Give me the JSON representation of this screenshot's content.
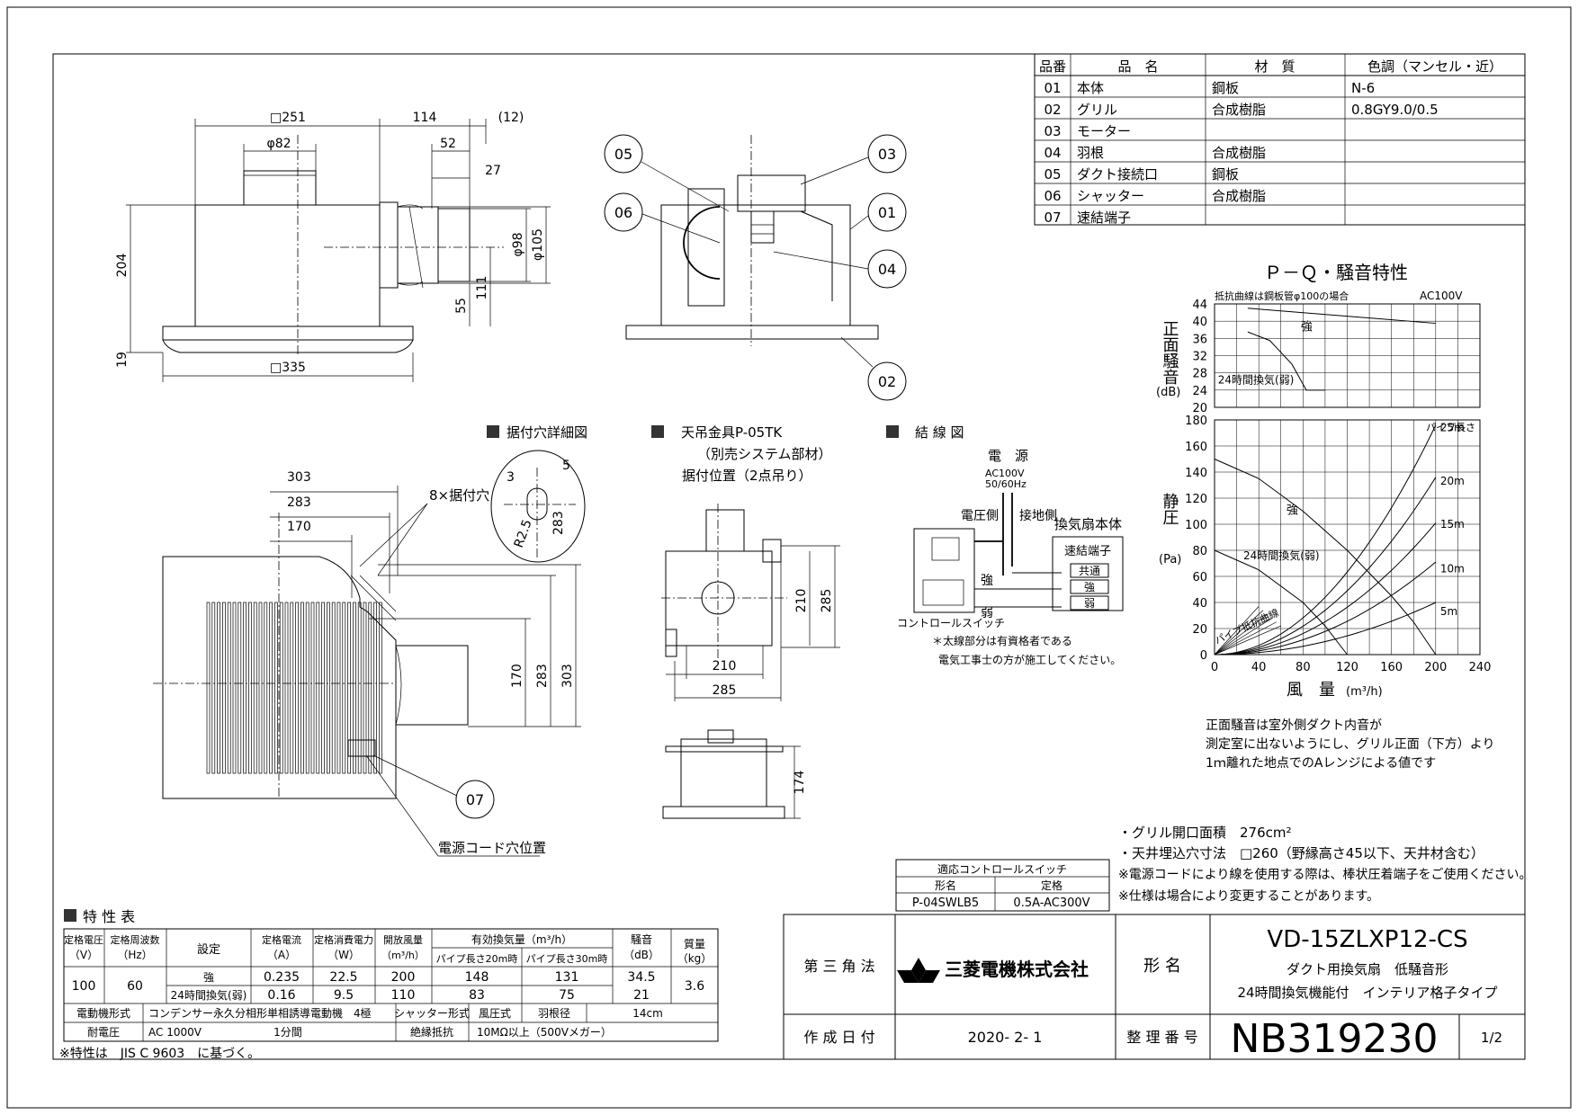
{
  "parts_table": {
    "headers": [
      "品番",
      "品　名",
      "材　質",
      "色調（マンセル・近）"
    ],
    "rows": [
      [
        "01",
        "本体",
        "鋼板",
        "N-6"
      ],
      [
        "02",
        "グリル",
        "合成樹脂",
        "0.8GY9.0/0.5"
      ],
      [
        "03",
        "モーター",
        "",
        ""
      ],
      [
        "04",
        "羽根",
        "合成樹脂",
        ""
      ],
      [
        "05",
        "ダクト接続口",
        "鋼板",
        ""
      ],
      [
        "06",
        "シャッター",
        "合成樹脂",
        ""
      ],
      [
        "07",
        "速結端子",
        "",
        ""
      ]
    ]
  },
  "front_view": {
    "dims": [
      "□251",
      "114",
      "(12)",
      "φ82",
      "52",
      "27",
      "204",
      "φ98",
      "φ105",
      "55",
      "111",
      "19",
      "□335"
    ]
  },
  "section_view": {
    "callouts": [
      "05",
      "03",
      "06",
      "01",
      "04",
      "02"
    ]
  },
  "detail_hole": {
    "title": "据付穴詳細図",
    "dims": [
      "5",
      "3",
      "R2.5",
      "283"
    ]
  },
  "top_view": {
    "label_holes": "8×据付穴",
    "dims": [
      "303",
      "283",
      "170",
      "170",
      "283",
      "303"
    ],
    "callout": "07",
    "cord_label": "電源コード穴位置"
  },
  "hanger": {
    "title": "天吊金具P-05TK",
    "subtitle": "（別売システム部材）",
    "subtitle2": "据付位置（2点吊り）",
    "dims": [
      "210",
      "285",
      "210",
      "285",
      "174"
    ]
  },
  "wiring": {
    "title": "結 線 図",
    "power": "電　源",
    "power_spec1": "AC100V",
    "power_spec2": "50/60Hz",
    "side_pressure": "電圧側",
    "side_ground": "接地側",
    "fan_body": "換気扇本体",
    "terminal": "速結端子",
    "t_common": "共通",
    "t_strong": "強",
    "t_weak": "弱",
    "w_strong": "強",
    "w_weak": "弱",
    "switch": "コントロールスイッチ",
    "note1": "＊太線部分は有資格者である",
    "note2": "電気工事士の方が施工してください。"
  },
  "chart_data": {
    "type": "line",
    "title": "Ｐ－Ｑ・騒音特性",
    "noise_panel": {
      "ylabel": "正面騒音",
      "yunit": "(dB)",
      "ylim": [
        20,
        44
      ],
      "yticks": [
        20,
        24,
        28,
        32,
        36,
        40,
        44
      ],
      "note": "抵抗曲線は鋼板管φ100の場合",
      "supply": "AC100V",
      "series": [
        {
          "name": "強",
          "x": [
            30,
            200
          ],
          "y": [
            43,
            39.5
          ]
        },
        {
          "name": "24時間換気(弱)",
          "x": [
            30,
            50,
            70,
            83,
            100
          ],
          "y": [
            37.5,
            35.5,
            30,
            24,
            24
          ]
        }
      ]
    },
    "pressure_panel": {
      "ylabel": "静圧",
      "yunit": "(Pa)",
      "ylim": [
        0,
        180
      ],
      "yticks": [
        0,
        20,
        40,
        60,
        80,
        100,
        120,
        140,
        160,
        180
      ],
      "xlabel": "風　量",
      "xunit": "(m³/h)",
      "xlim": [
        0,
        240
      ],
      "xticks": [
        0,
        40,
        80,
        120,
        160,
        200,
        240
      ],
      "pipe_label": "パイプ長さ",
      "series": [
        {
          "name": "強",
          "x": [
            0,
            40,
            80,
            120,
            160,
            180,
            200
          ],
          "y": [
            150,
            135,
            110,
            80,
            45,
            25,
            0
          ]
        },
        {
          "name": "24時間換気(弱)",
          "x": [
            0,
            40,
            80,
            100,
            120
          ],
          "y": [
            80,
            65,
            40,
            22,
            0
          ]
        }
      ],
      "resistance_curves": [
        {
          "name": "25m",
          "x": [
            0,
            50,
            100,
            150,
            200
          ],
          "y": [
            0,
            11,
            44,
            99,
            176
          ]
        },
        {
          "name": "20m",
          "x": [
            0,
            50,
            100,
            150,
            200
          ],
          "y": [
            0,
            8.5,
            34,
            76,
            136
          ]
        },
        {
          "name": "15m",
          "x": [
            0,
            50,
            100,
            150,
            200
          ],
          "y": [
            0,
            6.3,
            25,
            57,
            101
          ]
        },
        {
          "name": "10m",
          "x": [
            0,
            50,
            100,
            150,
            200
          ],
          "y": [
            0,
            4.5,
            18,
            40,
            71
          ]
        },
        {
          "name": "5m",
          "x": [
            0,
            50,
            100,
            150,
            200
          ],
          "y": [
            0,
            2.5,
            10,
            22.5,
            40
          ]
        }
      ],
      "pipe_resistance_label": "パイプ抵抗曲線",
      "strong_label": "強",
      "weak_label": "24時間換気(弱)"
    },
    "notes": [
      "正面騒音は室外側ダクト内音が",
      "測定室に出ないようにし、グリル正面（下方）より",
      "1ｍ離れた地点でのAレンジによる値です"
    ]
  },
  "general_notes": [
    "・グリル開口面積　276cm²",
    "・天井埋込穴寸法　□260（野縁高さ45以下、天井材含む）",
    "※電源コードにより線を使用する際は、棒状圧着端子をご使用ください。",
    "※仕様は場合により変更することがあります。"
  ],
  "switch_table": {
    "title": "適応コントロールスイッチ",
    "h1": "形名",
    "h2": "定格",
    "model": "P-04SWLB5",
    "rating": "0.5A-AC300V"
  },
  "spec_table": {
    "title": "特 性 表",
    "h_voltage": "定格電圧",
    "h_voltage_u": "（V）",
    "h_freq": "定格周波数",
    "h_freq_u": "（Hz）",
    "h_setting": "設定",
    "h_current": "定格電流",
    "h_current_u": "（A）",
    "h_power": "定格消費電力",
    "h_power_u": "（W）",
    "h_open": "開放風量",
    "h_open_u": "（m³/h）",
    "h_eff": "有効換気量（m³/h）",
    "h_eff20": "パイプ長さ20m時",
    "h_eff30": "パイプ長さ30m時",
    "h_noise": "騒音",
    "h_noise_u": "（dB）",
    "h_mass": "質量",
    "h_mass_u": "（kg）",
    "voltage": "100",
    "freq": "60",
    "mass": "3.6",
    "rows": [
      [
        "強",
        "0.235",
        "22.5",
        "200",
        "148",
        "131",
        "34.5"
      ],
      [
        "24時間換気(弱)",
        "0.16",
        "9.5",
        "110",
        "83",
        "75",
        "21"
      ]
    ],
    "motor_h": "電動機形式",
    "motor": "コンデンサー永久分相形単相誘導電動機　4極",
    "shutter_h": "シャッター形式",
    "shutter": "風圧式",
    "blade_h": "羽根径",
    "blade": "14cm",
    "withstand_h": "耐電圧",
    "withstand": "AC 1000V",
    "withstand_t": "1分間",
    "insul_h": "絶縁抵抗",
    "insul": "10MΩ以上（500Vメガー）",
    "footnote": "※特性は　JIS C 9603　に基づく。"
  },
  "title_block": {
    "projection": "第 三 角 法",
    "company": "三菱電機株式会社",
    "model_label": "形 名",
    "model": "VD-15ZLXP12-CS",
    "desc1": "ダクト用換気扇　低騒音形",
    "desc2": "24時間換気機能付　インテリア格子タイプ",
    "date_label": "作 成 日 付",
    "date": "2020- 2- 1",
    "ref_label": "整 理 番 号",
    "ref": "NB319230",
    "page": "1/2"
  }
}
